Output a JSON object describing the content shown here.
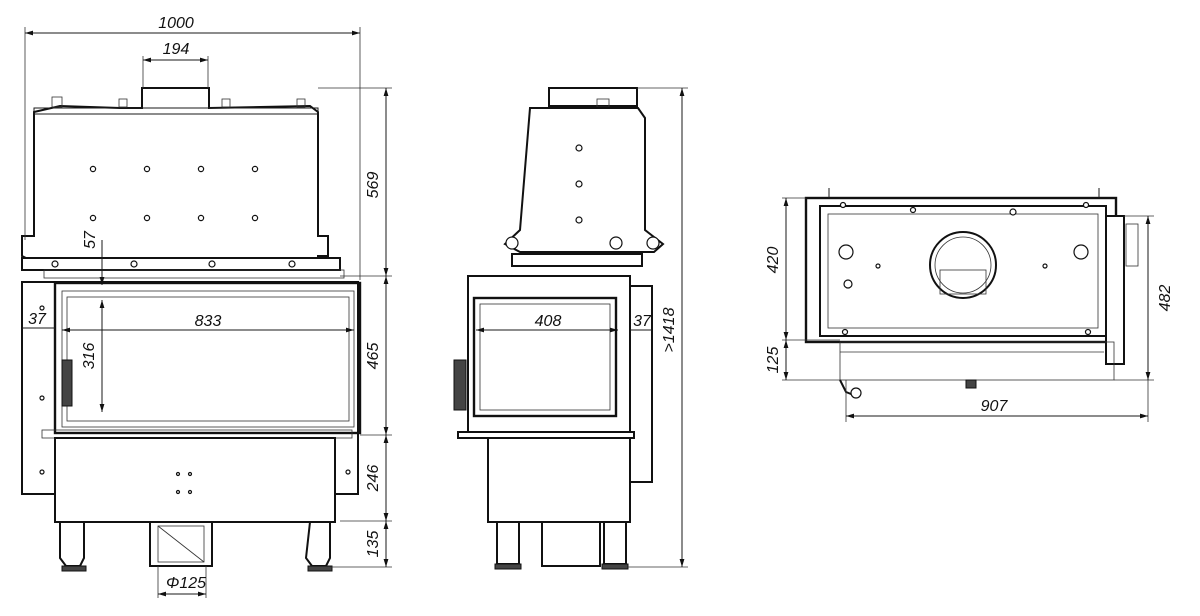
{
  "front_view": {
    "overall_width": "1000",
    "flue_width": "194",
    "hood_height": "569",
    "top_offset": "57",
    "side_margin": "37",
    "glass_width": "833",
    "glass_height": "316",
    "door_height": "465",
    "base_height": "246",
    "leg_height": "135",
    "air_inlet": "Φ125"
  },
  "side_view": {
    "glass_width": "408",
    "side_margin": "37",
    "total_height": ">1418"
  },
  "top_view": {
    "depth_upper": "420",
    "depth_lower": "125",
    "total_depth": "482",
    "width": "907"
  }
}
